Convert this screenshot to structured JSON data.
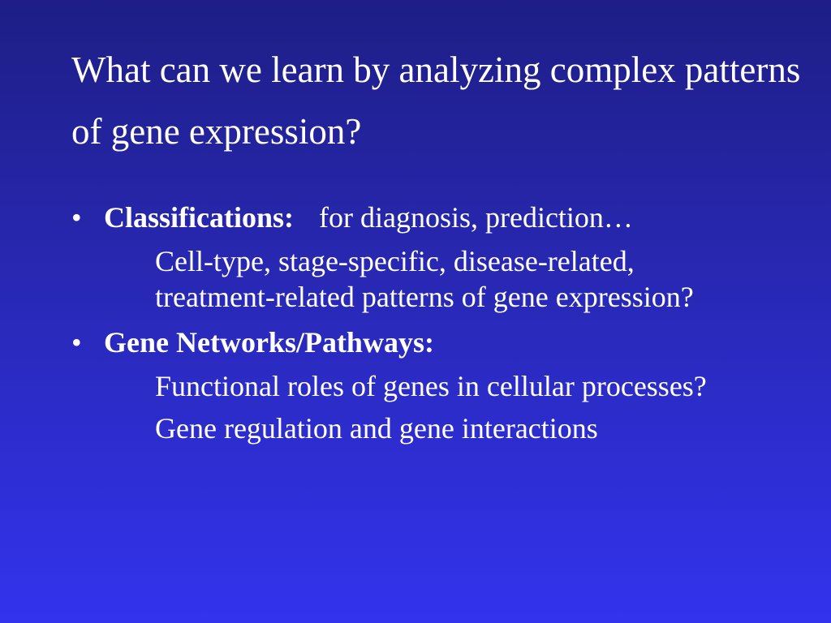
{
  "title": "What can we learn by analyzing complex patterns of gene expression?",
  "bullets": [
    {
      "marker": "•",
      "heading": "Classifications:",
      "text": "for diagnosis, prediction…",
      "subs": [
        "Cell-type, stage-specific, disease-related, treatment-related patterns of gene expression?"
      ]
    },
    {
      "marker": "•",
      "heading": "Gene Networks/Pathways:",
      "text": "",
      "subs": [
        "Functional roles of genes in cellular processes?",
        "Gene regulation and gene interactions"
      ]
    }
  ],
  "colors": {
    "background_top": "#1e1e86",
    "background_bottom": "#3333ee",
    "text": "#ffffff"
  }
}
